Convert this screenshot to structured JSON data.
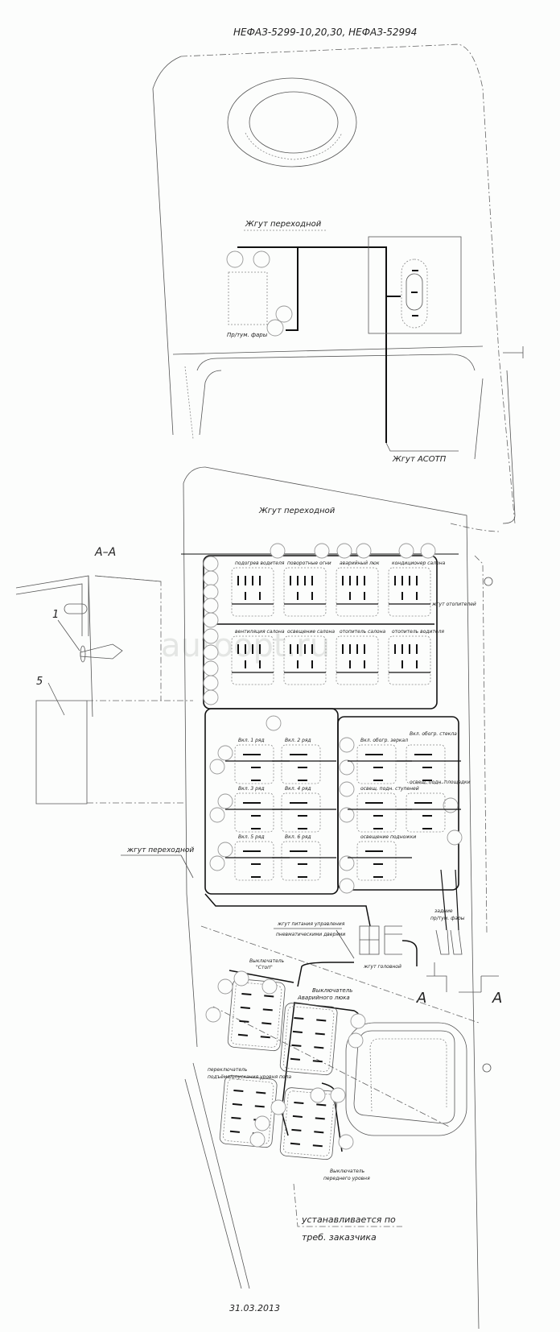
{
  "title": "НЕФАЗ-5299-10,20,30, НЕФАЗ-52994",
  "labels": {
    "harness_top": "Жгут переходной",
    "fog_lights": "Пр/тум. фары",
    "harness_asotp": "Жгут АСОТП",
    "harness_panel": "Жгут переходной",
    "section": "А–А",
    "callout_1": "1",
    "callout_5": "5",
    "harness_left": "жгут переходной",
    "door_harness_1": "жгут питания управления",
    "door_harness_2": "пневматическими дверями",
    "head_harness": "жгут головной",
    "rear_fog_1": "задние",
    "rear_fog_2": "пр/тум. фары",
    "switch_stop_1": "Выключатель",
    "switch_stop_2": "\"Стоп\"",
    "switch_hatch_1": "Выключатель",
    "switch_hatch_2": "Аварийного люка",
    "floor_switch_1": "переключатель",
    "floor_switch_2": "подъёма/опускания уровня пола",
    "front_switch_1": "Выключатель",
    "front_switch_2": "переднего уровня",
    "section_mark_left": "А",
    "section_mark_right": "А",
    "note_1": "устанавливается по",
    "note_2": "треб. заказчика",
    "date": "31.03.2013",
    "watermark": "autoopt.ru"
  },
  "panel_labels": {
    "top_row": [
      "подогрев водителя",
      "поворотные огни",
      "аварийный люк",
      "кондиционер салона"
    ],
    "second_row": [
      "вентиляция салона",
      "освещение салона",
      "отопитель салона",
      "отопитель водителя"
    ],
    "left_block": [
      "Вкл. 1 ряд",
      "Вкл. 2 ряд",
      "Вкл. 3 ряд",
      "Вкл. 4 ряд",
      "Вкл. 5 ряд",
      "Вкл. 6 ряд"
    ],
    "right_block": [
      "Вкл. обогр. зеркал",
      "Вкл. обогр. стекла",
      "освещ. подн. ступеней",
      "освещ. подн. площадки",
      "освещение подножки"
    ],
    "side": "жгут отопителей"
  }
}
